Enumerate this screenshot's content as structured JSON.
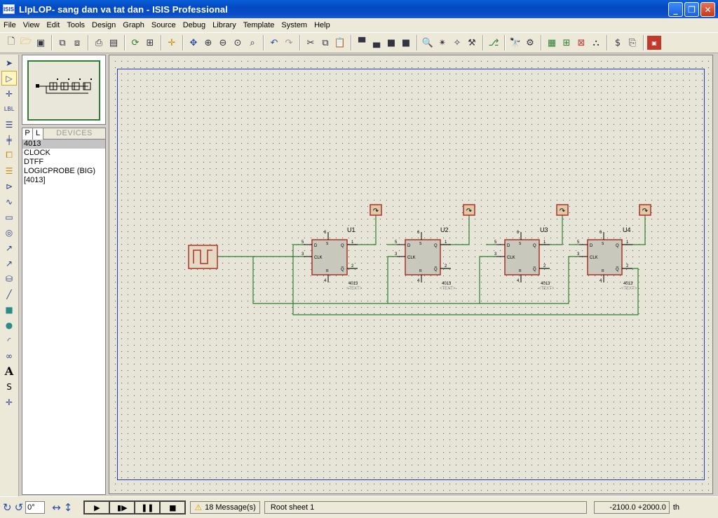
{
  "window": {
    "icon_text": "ISIS",
    "title": "LIpLOP- sang dan va tat dan - ISIS Professional",
    "controls": [
      "_",
      "❐",
      "✕"
    ]
  },
  "menu": [
    "File",
    "View",
    "Edit",
    "Tools",
    "Design",
    "Graph",
    "Source",
    "Debug",
    "Library",
    "Template",
    "System",
    "Help"
  ],
  "toolbar_icons": [
    "new-icon",
    "open-icon",
    "save-icon",
    "import-icon",
    "export-icon",
    "print-icon",
    "print-area-icon",
    "refresh-icon",
    "grid-icon",
    "origin-icon",
    "pan-icon",
    "zoom-in-icon",
    "zoom-out-icon",
    "zoom-all-icon",
    "zoom-area-icon",
    "undo-icon",
    "redo-icon",
    "cut-icon",
    "copy-icon",
    "paste-icon",
    "block-copy-icon",
    "block-move-icon",
    "block-rotate-icon",
    "block-delete-icon",
    "pick-device-icon",
    "make-device-icon",
    "packaging-icon",
    "decompose-icon",
    "wire-autorouter-icon",
    "search-icon",
    "property-tool-icon",
    "new-sheet-icon",
    "remove-sheet-icon",
    "exit-parent-icon",
    "bill-of-materials-icon",
    "electrical-rules-icon",
    "netlist-icon",
    "ares-icon"
  ],
  "left_tools": [
    "selection-mode-icon",
    "component-mode-icon",
    "junction-dot-icon",
    "wire-label-icon",
    "text-script-icon",
    "buses-icon",
    "subcircuit-icon",
    "terminals-icon",
    "device-pins-icon",
    "graph-mode-icon",
    "tape-recorder-icon",
    "generator-icon",
    "voltage-probe-icon",
    "current-probe-icon",
    "virtual-instruments-icon",
    "line-icon",
    "box-icon",
    "circle-icon",
    "arc-icon",
    "path-icon",
    "text-icon",
    "symbol-icon",
    "marker-icon"
  ],
  "devices": {
    "tab_p": "P",
    "tab_l": "L",
    "title": "DEVICES",
    "items": [
      "4013",
      "CLOCK",
      "DTFF",
      "LOGICPROBE (BIG)",
      "[4013]"
    ],
    "selected_index": 0
  },
  "schematic": {
    "components": [
      {
        "ref": "U1",
        "part": "4013",
        "text": "<TEXT>"
      },
      {
        "ref": "U2",
        "part": "4013",
        "text": "<TEXT>"
      },
      {
        "ref": "U3",
        "part": "4013",
        "text": "<TEXT>"
      },
      {
        "ref": "U4",
        "part": "4013",
        "text": "<TEXT>"
      }
    ],
    "pin_labels": {
      "d": "D",
      "clk": "CLK",
      "q": "Q",
      "qbar": "Q̅",
      "s": "S",
      "r": "R",
      "pin_d": "5",
      "pin_clk": "3",
      "pin_q": "1",
      "pin_qbar": "2",
      "pin_s": "6",
      "pin_r": "4"
    }
  },
  "status": {
    "rotation_value": "0°",
    "messages": "18 Message(s)",
    "sheet": "Root sheet 1",
    "coords": "-2100.0  +2000.0",
    "units": "th"
  },
  "colors": {
    "title_bar": "#0a5fd8",
    "wire": "#2e7d32",
    "component_body": "#c9c8bc",
    "component_border": "#a8332a",
    "probe_fill": "#e2c9a6",
    "sheet_border": "#1f3fbf"
  }
}
